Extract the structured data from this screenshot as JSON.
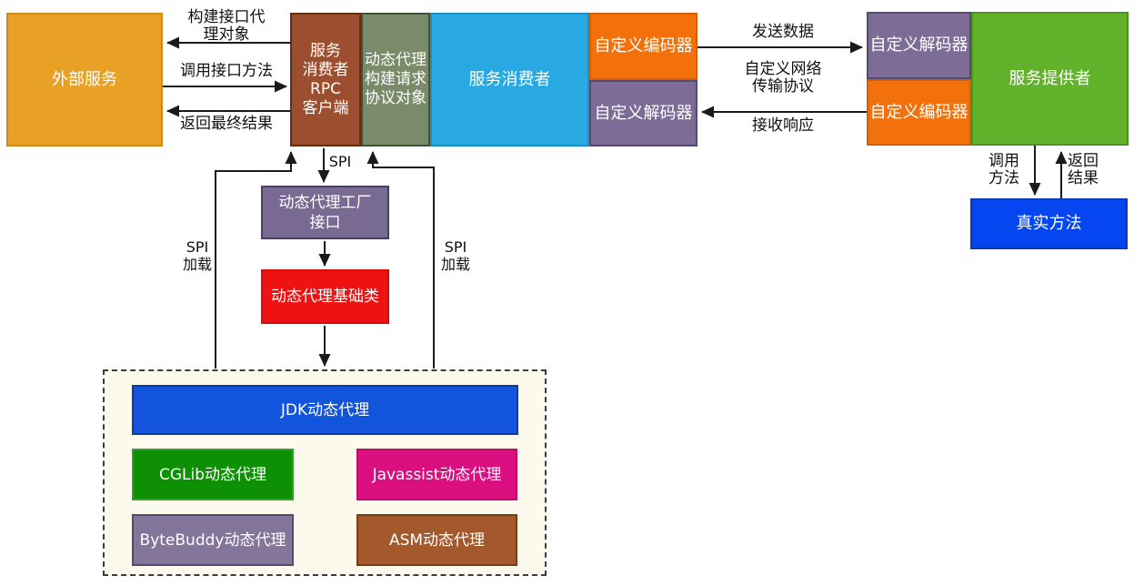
{
  "colors": {
    "line": "#1a1a1a",
    "canvas_bg": "#ffffff",
    "container_bg": "#FCFAEC"
  },
  "boxes": {
    "external_service": {
      "label": "外部服务",
      "bg": "#E8A125"
    },
    "rpc_client": {
      "label": "服务\n消费者\nRPC\n客户端",
      "bg": "#9C4F2E"
    },
    "proxy_builder": {
      "label": "动态代理\n构建请求\n协议对象",
      "bg": "#7A8B6A"
    },
    "service_consumer": {
      "label": "服务消费者",
      "bg": "#29A9E1"
    },
    "encoder_left": {
      "label": "自定义编码器",
      "bg": "#F3710B"
    },
    "decoder_left": {
      "label": "自定义解码器",
      "bg": "#7C6C96"
    },
    "decoder_right": {
      "label": "自定义解码器",
      "bg": "#7C6C96"
    },
    "encoder_right": {
      "label": "自定义编码器",
      "bg": "#F3710B"
    },
    "service_provider": {
      "label": "服务提供者",
      "bg": "#63B22C"
    },
    "real_method": {
      "label": "真实方法",
      "bg": "#0646F0"
    },
    "proxy_factory": {
      "label": "动态代理工厂\n接口",
      "bg": "#796A94"
    },
    "proxy_base": {
      "label": "动态代理基础类",
      "bg": "#EE1212"
    },
    "jdk_proxy": {
      "label": "JDK动态代理",
      "bg": "#1254DB"
    },
    "cglib_proxy": {
      "label": "CGLib动态代理",
      "bg": "#0D9004"
    },
    "javassist_proxy": {
      "label": "Javassist动态代理",
      "bg": "#DB0F80"
    },
    "bytebuddy_proxy": {
      "label": "ByteBuddy动态代理",
      "bg": "#84759A"
    },
    "asm_proxy": {
      "label": "ASM动态代理",
      "bg": "#A3592B"
    }
  },
  "arrow_labels": {
    "build_proxy": "构建接口代\n理对象",
    "call_interface": "调用接口方法",
    "return_final": "返回最终结果",
    "send_data": "发送数据",
    "network_protocol": "自定义网络\n传输协议",
    "receive_response": "接收响应",
    "spi": "SPI",
    "spi_load_left": "SPI\n加载",
    "spi_load_right": "SPI\n加载",
    "call_method": "调用\n方法",
    "return_result": "返回\n结果"
  }
}
